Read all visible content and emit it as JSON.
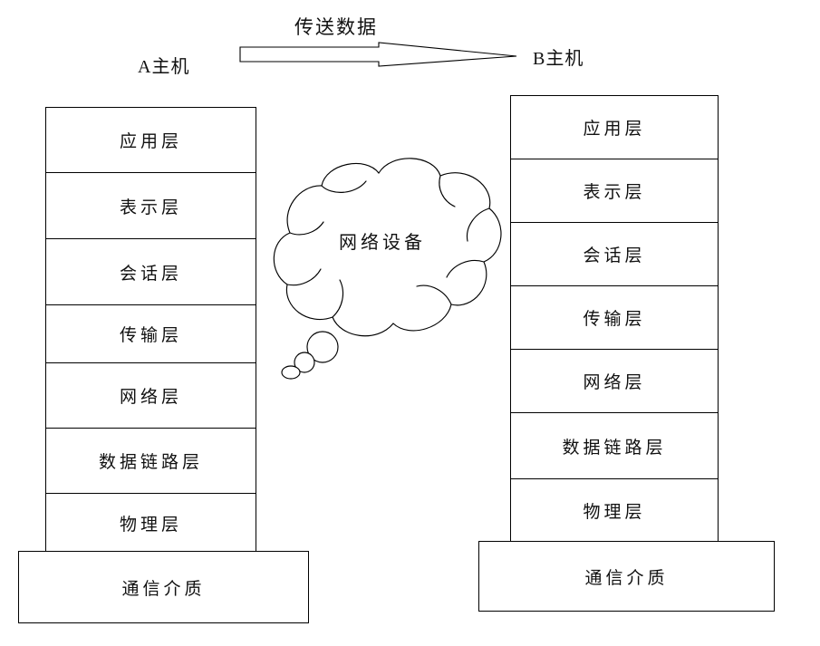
{
  "diagram": {
    "title": "传送数据",
    "host_a_label": "A主机",
    "host_b_label": "B主机",
    "cloud_label": "网络设备",
    "arrow_name": "data-transmission-arrow",
    "background_color": "#ffffff",
    "line_color": "#000000",
    "text_color": "#111111"
  },
  "host_a": {
    "label": "A主机",
    "medium": "通信介质",
    "layers": [
      {
        "name": "应用层"
      },
      {
        "name": "表示层"
      },
      {
        "name": "会话层"
      },
      {
        "name": "传输层"
      },
      {
        "name": "网络层"
      },
      {
        "name": "数据链路层"
      },
      {
        "name": "物理层"
      }
    ]
  },
  "host_b": {
    "label": "B主机",
    "medium": "通信介质",
    "layers": [
      {
        "name": "应用层"
      },
      {
        "name": "表示层"
      },
      {
        "name": "会话层"
      },
      {
        "name": "传输层"
      },
      {
        "name": "网络层"
      },
      {
        "name": "数据链路层"
      },
      {
        "name": "物理层"
      }
    ]
  },
  "cloud": {
    "label": "网络设备"
  }
}
